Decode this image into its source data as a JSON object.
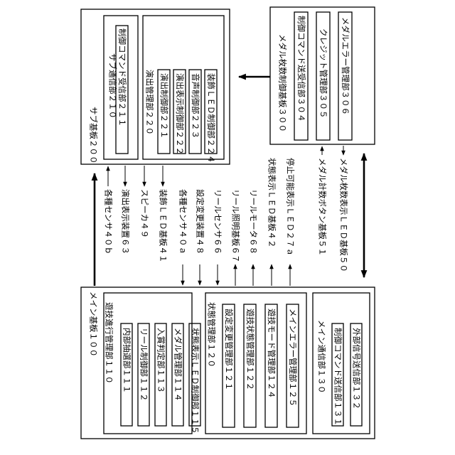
{
  "main_board": {
    "title": "メイン基板１００",
    "game_progress": {
      "title": "遊技進行管理部１１０",
      "items": [
        "内部抽選部１１１",
        "リール制御部１１２",
        "入賞判定部１１３",
        "メダル管理部１１４",
        "状態表示ＬＥＤ制御部１１５"
      ]
    },
    "state_mgmt": {
      "title": "状態管理部１２０",
      "items": [
        "設定変更管理部１２１",
        "遊技状態管理部１２２",
        "遊技モード管理部１２４",
        "メインエラー管理部１２５"
      ]
    },
    "main_comm": {
      "title": "メイン通信部１３０",
      "items": [
        "制御コマンド送信部１３１",
        "外部信号送信部１３２"
      ]
    }
  },
  "sub_board": {
    "title": "サブ基板２００",
    "sub_comm": {
      "title": "サブ通信部２１０",
      "items": [
        "制御コマンド受信部２１１"
      ]
    },
    "effect_mgmt": {
      "title": "演出管理部２２０",
      "items": [
        "演出制御部２２１",
        "演出表示制御部２２２",
        "音声制御部２２３",
        "装飾ＬＥＤ制御部２２４"
      ]
    }
  },
  "medal_board": {
    "title": "メダル枚数制御基板３００",
    "items": [
      "制御コマンド送受信部３０４",
      "クレジット管理部３０５",
      "メダルエラー管理部３０６"
    ]
  },
  "peripherals": {
    "sub_side": [
      "各種センサ４０ｂ",
      "演出表示装置６３",
      "スピーカ４９",
      "装飾ＬＥＤ基板４１"
    ],
    "main_side": [
      "各種センサ４０ａ",
      "設定変更装置４８",
      "リールセンサ６６",
      "リール照明基板６７",
      "リールモータ６８",
      "状態表示ＬＥＤ基板４２",
      "停止可能表示ＬＥＤ２７ａ"
    ],
    "medal_side": [
      "メダル計数ボタン基板５１",
      "メダル枚数表示ＬＥＤ基板５０"
    ]
  }
}
